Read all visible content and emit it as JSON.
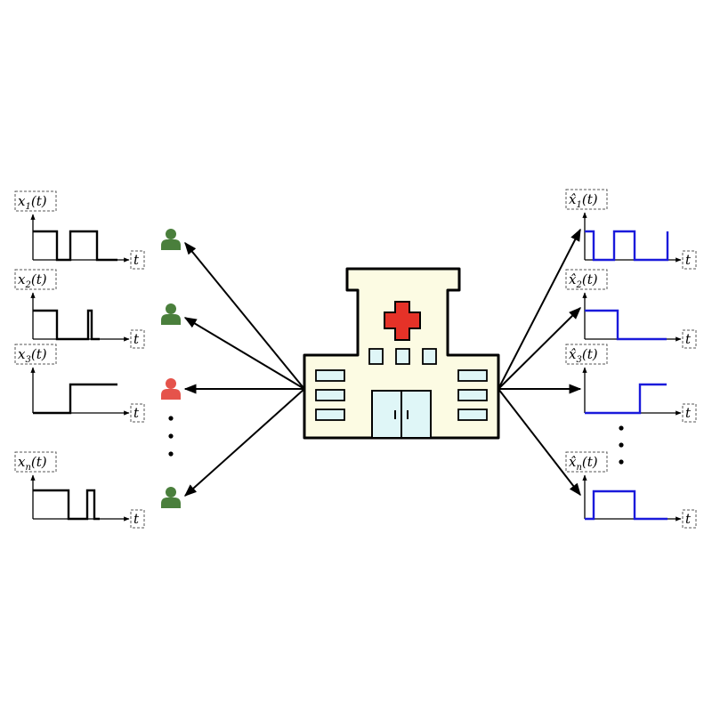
{
  "left_signals": [
    {
      "var": "x",
      "sub": "1",
      "arg": "(t)",
      "axis": "t",
      "levels": [
        1,
        0,
        1,
        0
      ]
    },
    {
      "var": "x",
      "sub": "2",
      "arg": "(t)",
      "axis": "t",
      "levels": [
        1,
        0,
        1,
        0
      ]
    },
    {
      "var": "x",
      "sub": "3",
      "arg": "(t)",
      "axis": "t",
      "levels": [
        0,
        1
      ]
    },
    {
      "var": "x",
      "sub": "n",
      "arg": "(t)",
      "axis": "t",
      "levels": [
        1,
        0,
        1,
        0
      ]
    }
  ],
  "right_signals": [
    {
      "var": "x̂",
      "sub": "1",
      "arg": "(t)",
      "axis": "t",
      "levels": [
        1,
        0,
        1,
        0,
        1
      ]
    },
    {
      "var": "x̂",
      "sub": "2",
      "arg": "(t)",
      "axis": "t",
      "levels": [
        1,
        0
      ]
    },
    {
      "var": "x̂",
      "sub": "3",
      "arg": "(t)",
      "axis": "t",
      "levels": [
        0,
        1
      ]
    },
    {
      "var": "x̂",
      "sub": "n",
      "arg": "(t)",
      "axis": "t",
      "levels": [
        0,
        1,
        0
      ]
    }
  ],
  "patients": [
    {
      "status": "healthy"
    },
    {
      "status": "healthy"
    },
    {
      "status": "alert"
    },
    {
      "status": "healthy"
    }
  ],
  "colors": {
    "healthy": "#4a7f3c",
    "alert": "#e5534b",
    "reconstructed": "#1a1adb",
    "original": "#000000",
    "building": "#fcfbe3",
    "window": "#dff6f7",
    "cross": "#e53228"
  },
  "icons": {
    "hospital": "hospital-icon",
    "patient": "person-icon",
    "cross": "red-cross-icon"
  }
}
